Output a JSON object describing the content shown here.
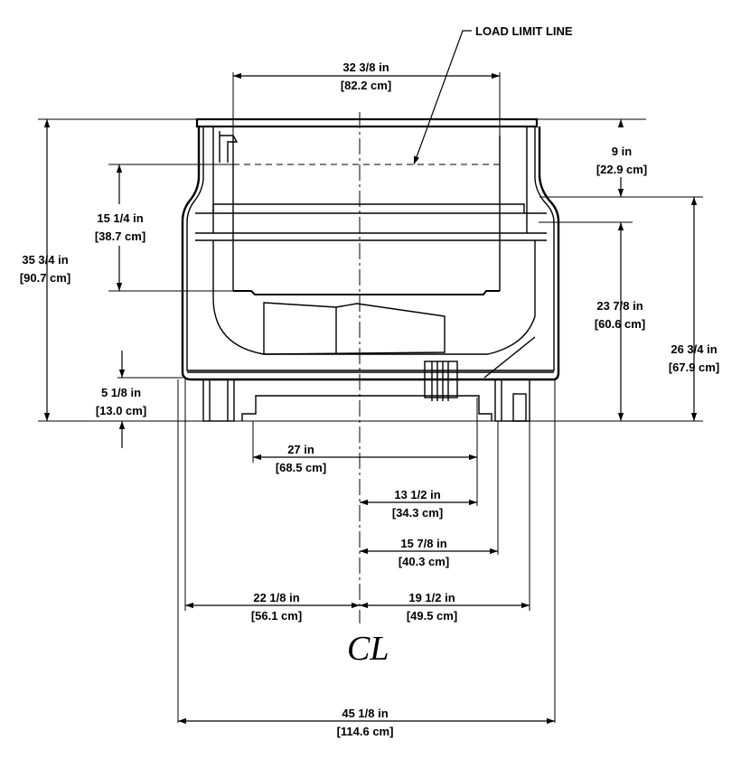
{
  "labels": {
    "load_limit_line": "LOAD LIMIT LINE",
    "top_width": {
      "imperial": "32 3/8 in",
      "metric": "[82.2 cm]"
    },
    "upper_depth": {
      "imperial": "9 in",
      "metric": "[22.9 cm]"
    },
    "overall_height": {
      "imperial": "35 3/4 in",
      "metric": "[90.7 cm]"
    },
    "pan_depth": {
      "imperial": "15 1/4 in",
      "metric": "[38.7 cm]"
    },
    "height_inner": {
      "imperial": "23 7/8 in",
      "metric": "[60.6 cm]"
    },
    "height_right": {
      "imperial": "26 3/4 in",
      "metric": "[67.9 cm]"
    },
    "base_height": {
      "imperial": "5 1/8 in",
      "metric": "[13.0 cm]"
    },
    "cutout_width": {
      "imperial": "27 in",
      "metric": "[68.5 cm]"
    },
    "cutout_half": {
      "imperial": "13 1/2 in",
      "metric": "[34.3 cm]"
    },
    "foot_offset": {
      "imperial": "15 7/8 in",
      "metric": "[40.3 cm]"
    },
    "left_from_cl": {
      "imperial": "22 1/8 in",
      "metric": "[56.1 cm]"
    },
    "right_from_cl": {
      "imperial": "19 1/2 in",
      "metric": "[49.5 cm]"
    },
    "overall_width": {
      "imperial": "45 1/8 in",
      "metric": "[114.6 cm]"
    },
    "centerline_symbol": "CL"
  },
  "colors": {
    "line": "#000000",
    "background": "#ffffff"
  }
}
